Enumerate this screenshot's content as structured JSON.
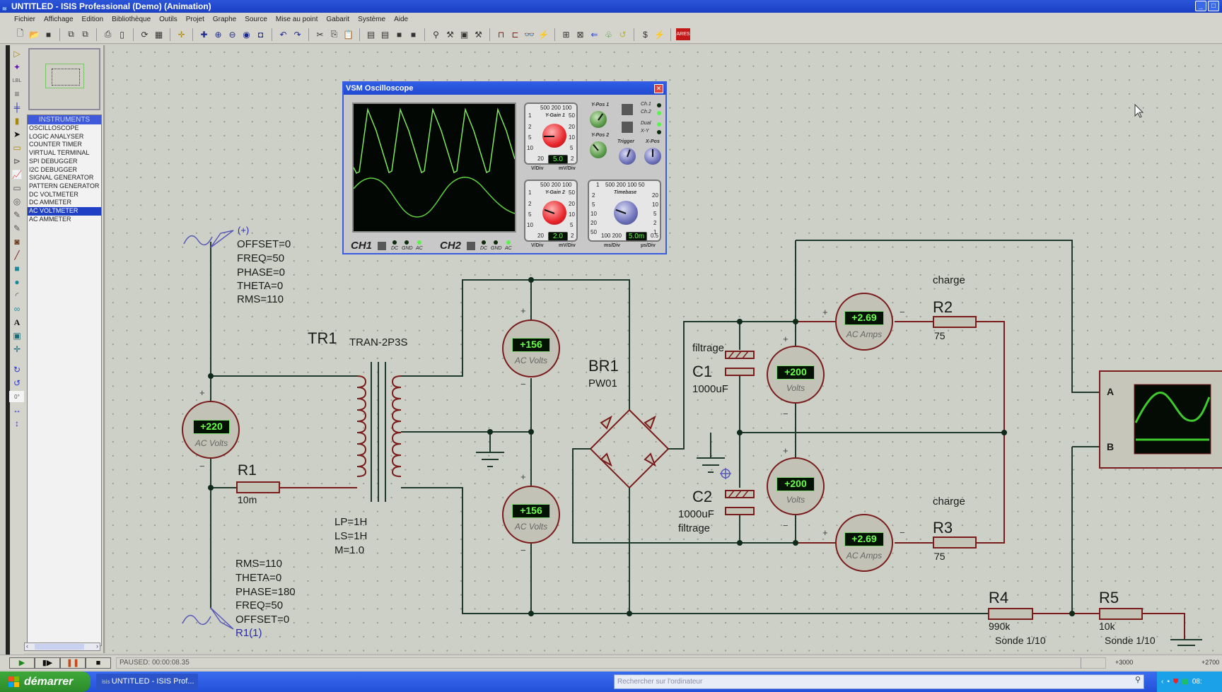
{
  "window": {
    "title": "UNTITLED - ISIS Professional (Demo) (Animation)",
    "controls": [
      "minimize",
      "maximize"
    ]
  },
  "menu": [
    "Fichier",
    "Affichage",
    "Edition",
    "Bibliothèque",
    "Outils",
    "Projet",
    "Graphe",
    "Source",
    "Mise au point",
    "Gabarit",
    "Système",
    "Aide"
  ],
  "toolbar_icons": [
    "new-file-icon",
    "open-folder-icon",
    "save-icon",
    "import-icon",
    "export-icon",
    "print-icon",
    "print-area-icon",
    "refresh-icon",
    "grid-icon",
    "origin-icon",
    "pan-icon",
    "zoom-in-icon",
    "zoom-out-icon",
    "zoom-all-icon",
    "zoom-area-icon",
    "undo-icon",
    "redo-icon",
    "cut-icon",
    "copy-icon",
    "paste-icon",
    "block-copy-icon",
    "block-move-icon",
    "block-rotate-icon",
    "block-delete-icon",
    "pick-device-icon",
    "make-device-icon",
    "packaging-icon",
    "decompose-icon",
    "wire-autorouter-icon",
    "search-tag-icon",
    "property-assign-icon",
    "new-sheet-icon",
    "delete-sheet-icon",
    "goto-sheet-icon",
    "bill-of-materials-icon",
    "erc-icon",
    "netlist-icon",
    "ares-icon"
  ],
  "left_tools": [
    "component-mode",
    "junction-dot",
    "wire-label",
    "text-script",
    "bus",
    "subcircuit",
    "selection",
    "terminals",
    "device-pins",
    "graph",
    "tape-recorder",
    "generator",
    "voltage-probe",
    "current-probe",
    "virtual-instruments",
    "line-2d",
    "box-2d",
    "circle-2d",
    "arc-2d",
    "path-2d",
    "text-2d",
    "symbol-2d",
    "marker-2d",
    "rotate-cw",
    "rotate-ccw",
    "mirror-x",
    "mirror-y"
  ],
  "rotation_field": "0°",
  "device_list": {
    "header": "INSTRUMENTS",
    "items": [
      "OSCILLOSCOPE",
      "LOGIC ANALYSER",
      "COUNTER TIMER",
      "VIRTUAL TERMINAL",
      "SPI DEBUGGER",
      "I2C DEBUGGER",
      "SIGNAL GENERATOR",
      "PATTERN GENERATOR",
      "DC VOLTMETER",
      "DC AMMETER",
      "AC VOLTMETER",
      "AC AMMETER"
    ],
    "selected_index": 10
  },
  "oscilloscope": {
    "title": "VSM Oscilloscope",
    "ygain1": {
      "label": "Y-Gain 1",
      "value": "5.0",
      "top_scale": "500 200 100",
      "left_scale": [
        "1",
        "2",
        "5",
        "10"
      ],
      "bottom_left": "20",
      "right_scale": [
        "50",
        "20",
        "10",
        "5"
      ],
      "bottom_right": "2",
      "unit_left": "V/Div",
      "unit_right": "mV/Div"
    },
    "ygain2": {
      "label": "Y-Gain 2",
      "value": "2.0",
      "top_scale": "500 200 100",
      "left_scale": [
        "1",
        "2",
        "5",
        "10"
      ],
      "bottom_left": "20",
      "right_scale": [
        "50",
        "20",
        "10",
        "5"
      ],
      "bottom_right": "2",
      "unit_left": "V/Div",
      "unit_right": "mV/Div"
    },
    "ypos1": "Y-Pos 1",
    "ypos2": "Y-Pos 2",
    "trigger": "Trigger",
    "xpos": "X-Pos",
    "mode_leds": [
      {
        "label": "Ch.1",
        "on": false
      },
      {
        "label": "Ch.2",
        "on": true
      },
      {
        "label": "Dual",
        "on": true
      },
      {
        "label": "X-Y",
        "on": false
      }
    ],
    "timebase": {
      "label": "Timebase",
      "value": "5.0m",
      "top_scale": "500 200 100 50",
      "left_scale": [
        "1",
        "2",
        "5",
        "10",
        "20",
        "50"
      ],
      "bottom_left": "100 200",
      "right_scale": [
        "20",
        "10",
        "5",
        "2",
        "1"
      ],
      "bottom_right": "0.5",
      "unit_left": "ms/Div",
      "unit_right": "µs/Div"
    },
    "ch1": {
      "label": "CH1",
      "coupling": [
        {
          "label": "DC",
          "on": false
        },
        {
          "label": "GND",
          "on": false
        },
        {
          "label": "AC",
          "on": true
        }
      ]
    },
    "ch2": {
      "label": "CH2",
      "coupling": [
        {
          "label": "DC",
          "on": false
        },
        {
          "label": "GND",
          "on": false
        },
        {
          "label": "AC",
          "on": true
        }
      ]
    },
    "trace_colors": {
      "ch1": "#7ee85a",
      "ch2": "#5ed63e"
    }
  },
  "circuit": {
    "source_top": {
      "polarity": "(+)",
      "params": [
        "OFFSET=0",
        "FREQ=50",
        "PHASE=0",
        "THETA=0",
        "RMS=110"
      ]
    },
    "source_bottom": {
      "params": [
        "RMS=110",
        "THETA=0",
        "PHASE=180",
        "FREQ=50",
        "OFFSET=0"
      ],
      "ref": "R1(1)"
    },
    "transformer": {
      "ref": "TR1",
      "type": "TRAN-2P3S",
      "params": [
        "LP=1H",
        "LS=1H",
        "M=1.0"
      ]
    },
    "r1": {
      "ref": "R1",
      "value": "10m"
    },
    "bridge": {
      "ref": "BR1",
      "type": "PW01"
    },
    "c1": {
      "ref": "C1",
      "value": "1000uF",
      "note": "filtrage"
    },
    "c2": {
      "ref": "C2",
      "value": "1000uF",
      "note": "filtrage"
    },
    "r2": {
      "ref": "R2",
      "value": "75",
      "note": "charge"
    },
    "r3": {
      "ref": "R3",
      "value": "75",
      "note": "charge"
    },
    "r4": {
      "ref": "R4",
      "value": "990k",
      "note": "Sonde 1/10"
    },
    "r5": {
      "ref": "R5",
      "value": "10k",
      "note": "Sonde 1/10"
    },
    "meters": [
      {
        "id": "vin",
        "value": "+220",
        "unit": "AC Volts"
      },
      {
        "id": "vsec1",
        "value": "+156",
        "unit": "AC Volts"
      },
      {
        "id": "vsec2",
        "value": "+156",
        "unit": "AC Volts"
      },
      {
        "id": "vdc1",
        "value": "+200",
        "unit": "Volts"
      },
      {
        "id": "vdc2",
        "value": "+200",
        "unit": "Volts"
      },
      {
        "id": "iac1",
        "value": "+2.69",
        "unit": "AC Amps"
      },
      {
        "id": "iac2",
        "value": "+2.69",
        "unit": "AC Amps"
      }
    ],
    "scope_terminals": [
      "A",
      "B"
    ],
    "plus": "+",
    "minus": "−"
  },
  "sim_controls": [
    "play",
    "step",
    "pause",
    "stop"
  ],
  "status": {
    "text": "PAUSED: 00:00:08.35",
    "x": "+3000",
    "y": "+2700"
  },
  "taskbar": {
    "start": "démarrer",
    "task": "UNTITLED - ISIS Prof...",
    "search_placeholder": "Rechercher sur l'ordinateur",
    "clock": "08:"
  }
}
